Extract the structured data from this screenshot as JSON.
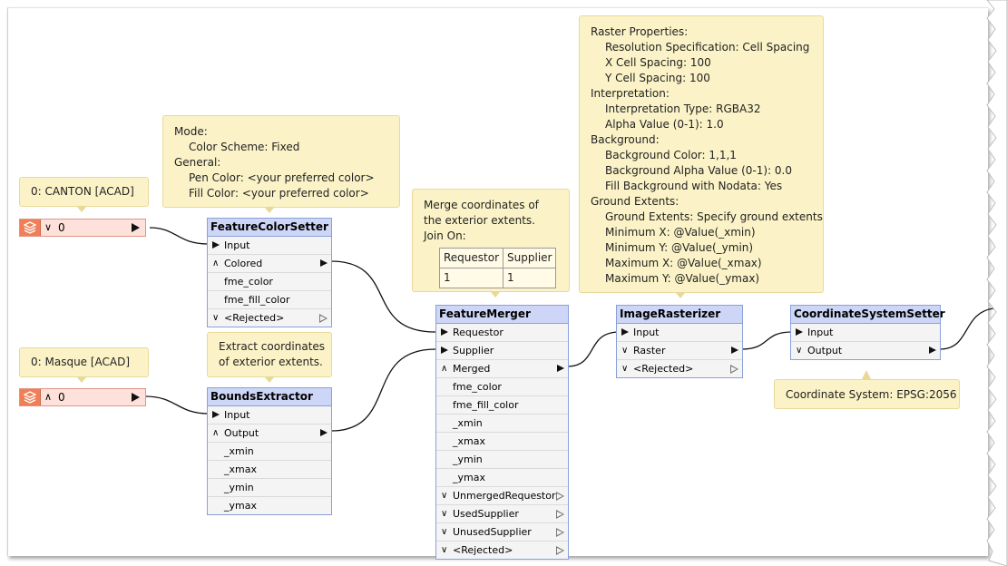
{
  "readers": [
    {
      "id": "canton",
      "count": "0",
      "note": "0: CANTON [ACAD]"
    },
    {
      "id": "masque",
      "count": "0",
      "note": "0: Masque [ACAD]"
    }
  ],
  "notes": {
    "colorsetter": {
      "lines": [
        {
          "t": "Mode:",
          "indent": false
        },
        {
          "t": "Color Scheme: Fixed",
          "indent": true
        },
        {
          "t": "General:",
          "indent": false
        },
        {
          "t": "Pen Color: <your preferred color>",
          "indent": true
        },
        {
          "t": "Fill Color: <your preferred color>",
          "indent": true
        }
      ]
    },
    "bounds": {
      "lines": [
        "Extract coordinates",
        "of exterior extents."
      ]
    },
    "merger": {
      "lines": [
        "Merge coordinates of",
        "the exterior extents.",
        "Join On:"
      ],
      "table_headers": [
        "Requestor",
        "Supplier"
      ],
      "table_row": [
        "1",
        "1"
      ]
    },
    "raster": {
      "lines": [
        {
          "t": "Raster Properties:",
          "indent": false
        },
        {
          "t": "Resolution Specification: Cell Spacing",
          "indent": true
        },
        {
          "t": "X Cell Spacing: 100",
          "indent": true
        },
        {
          "t": "Y Cell Spacing: 100",
          "indent": true
        },
        {
          "t": "Interpretation:",
          "indent": false
        },
        {
          "t": "Interpretation Type: RGBA32",
          "indent": true
        },
        {
          "t": "Alpha Value (0-1): 1.0",
          "indent": true
        },
        {
          "t": "Background:",
          "indent": false
        },
        {
          "t": "Background Color: 1,1,1",
          "indent": true
        },
        {
          "t": "Background Alpha Value (0-1): 0.0",
          "indent": true
        },
        {
          "t": "Fill Background with Nodata: Yes",
          "indent": true
        },
        {
          "t": "Ground Extents:",
          "indent": false
        },
        {
          "t": "Ground Extents: Specify ground extents",
          "indent": true
        },
        {
          "t": "Minimum X: @Value(_xmin)",
          "indent": true
        },
        {
          "t": "Minimum Y: @Value(_ymin)",
          "indent": true
        },
        {
          "t": "Maximum X: @Value(_xmax)",
          "indent": true
        },
        {
          "t": "Maximum Y: @Value(_ymax)",
          "indent": true
        }
      ]
    },
    "coordsys": {
      "lines": [
        "Coordinate System: EPSG:2056"
      ]
    }
  },
  "transformers": {
    "colorsetter": {
      "title": "FeatureColorSetter",
      "rows": [
        {
          "kind": "in",
          "label": "Input"
        },
        {
          "kind": "out",
          "label": "Colored",
          "chev": "^"
        },
        {
          "kind": "attr",
          "label": "fme_color"
        },
        {
          "kind": "attr",
          "label": "fme_fill_color"
        },
        {
          "kind": "outh",
          "label": "<Rejected>",
          "chev": "v"
        }
      ]
    },
    "bounds": {
      "title": "BoundsExtractor",
      "rows": [
        {
          "kind": "in",
          "label": "Input"
        },
        {
          "kind": "out",
          "label": "Output",
          "chev": "^"
        },
        {
          "kind": "attr",
          "label": "_xmin"
        },
        {
          "kind": "attr",
          "label": "_xmax"
        },
        {
          "kind": "attr",
          "label": "_ymin"
        },
        {
          "kind": "attr",
          "label": "_ymax"
        }
      ]
    },
    "merger": {
      "title": "FeatureMerger",
      "rows": [
        {
          "kind": "in",
          "label": "Requestor"
        },
        {
          "kind": "in",
          "label": "Supplier"
        },
        {
          "kind": "out",
          "label": "Merged",
          "chev": "^"
        },
        {
          "kind": "attr",
          "label": "fme_color"
        },
        {
          "kind": "attr",
          "label": "fme_fill_color"
        },
        {
          "kind": "attr",
          "label": "_xmin"
        },
        {
          "kind": "attr",
          "label": "_xmax"
        },
        {
          "kind": "attr",
          "label": "_ymin"
        },
        {
          "kind": "attr",
          "label": "_ymax"
        },
        {
          "kind": "outh",
          "label": "UnmergedRequestor",
          "chev": "v"
        },
        {
          "kind": "outh",
          "label": "UsedSupplier",
          "chev": "v"
        },
        {
          "kind": "outh",
          "label": "UnusedSupplier",
          "chev": "v"
        },
        {
          "kind": "outh",
          "label": "<Rejected>",
          "chev": "v"
        }
      ]
    },
    "rasterizer": {
      "title": "ImageRasterizer",
      "rows": [
        {
          "kind": "in",
          "label": "Input"
        },
        {
          "kind": "out",
          "label": "Raster",
          "chev": "v"
        },
        {
          "kind": "outh",
          "label": "<Rejected>",
          "chev": "v"
        }
      ]
    },
    "coordsetter": {
      "title": "CoordinateSystemSetter",
      "rows": [
        {
          "kind": "in",
          "label": "Input"
        },
        {
          "kind": "out",
          "label": "Output",
          "chev": "v"
        }
      ]
    }
  }
}
